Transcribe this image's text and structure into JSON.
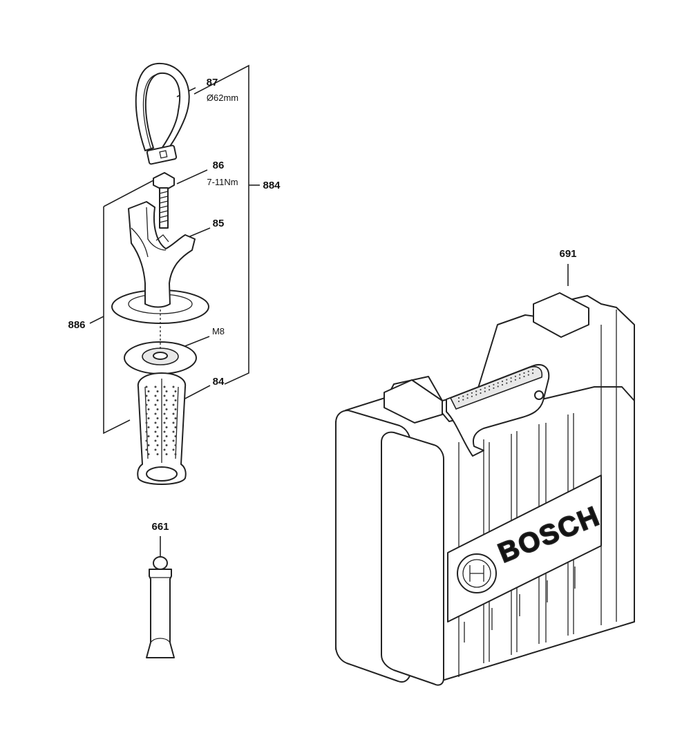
{
  "labels": {
    "p87": "87",
    "p87_spec": "Ø62mm",
    "p86": "86",
    "p86_spec": "7-11Nm",
    "p884": "884",
    "p85": "85",
    "p886": "886",
    "m8": "M8",
    "p84": "84",
    "p661": "661",
    "p691": "691"
  },
  "case_brand": "BOSCH",
  "colors": {
    "line": "#222222",
    "background": "#ffffff",
    "fill_grey": "#e8e8e8"
  },
  "icons": [
    "bosch-armature-logo"
  ]
}
